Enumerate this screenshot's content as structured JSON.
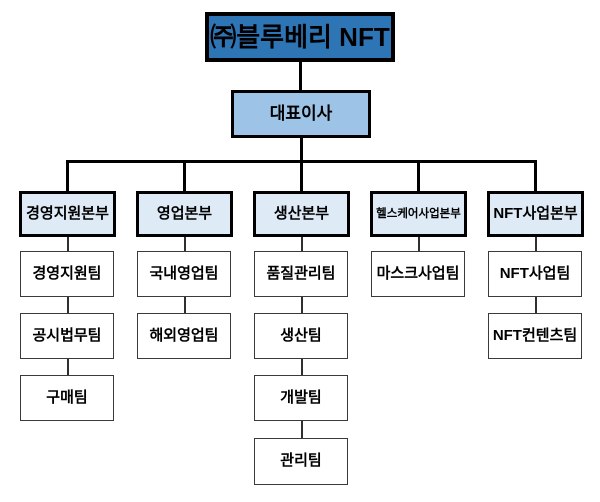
{
  "chart": {
    "type": "org-chart",
    "root": {
      "label": "㈜블루베리 NFT"
    },
    "ceo": {
      "label": "대표이사"
    },
    "divisions": [
      {
        "label": "경영지원본부",
        "teams": [
          "경영지원팀",
          "공시법무팀",
          "구매팀"
        ]
      },
      {
        "label": "영업본부",
        "teams": [
          "국내영업팀",
          "해외영업팀"
        ]
      },
      {
        "label": "생산본부",
        "teams": [
          "품질관리팀",
          "생산팀",
          "개발팀",
          "관리팀"
        ]
      },
      {
        "label": "헬스케어사업본부",
        "teams": [
          "마스크사업팀"
        ]
      },
      {
        "label": "NFT사업본부",
        "teams": [
          "NFT사업팀",
          "NFT컨텐츠팀"
        ]
      }
    ],
    "colors": {
      "root_bg": "#2E75B6",
      "ceo_bg": "#9DC3E6",
      "division_bg": "#DEEBF7",
      "team_bg": "#FFFFFF",
      "line": "#000000",
      "text": "#000000"
    }
  }
}
